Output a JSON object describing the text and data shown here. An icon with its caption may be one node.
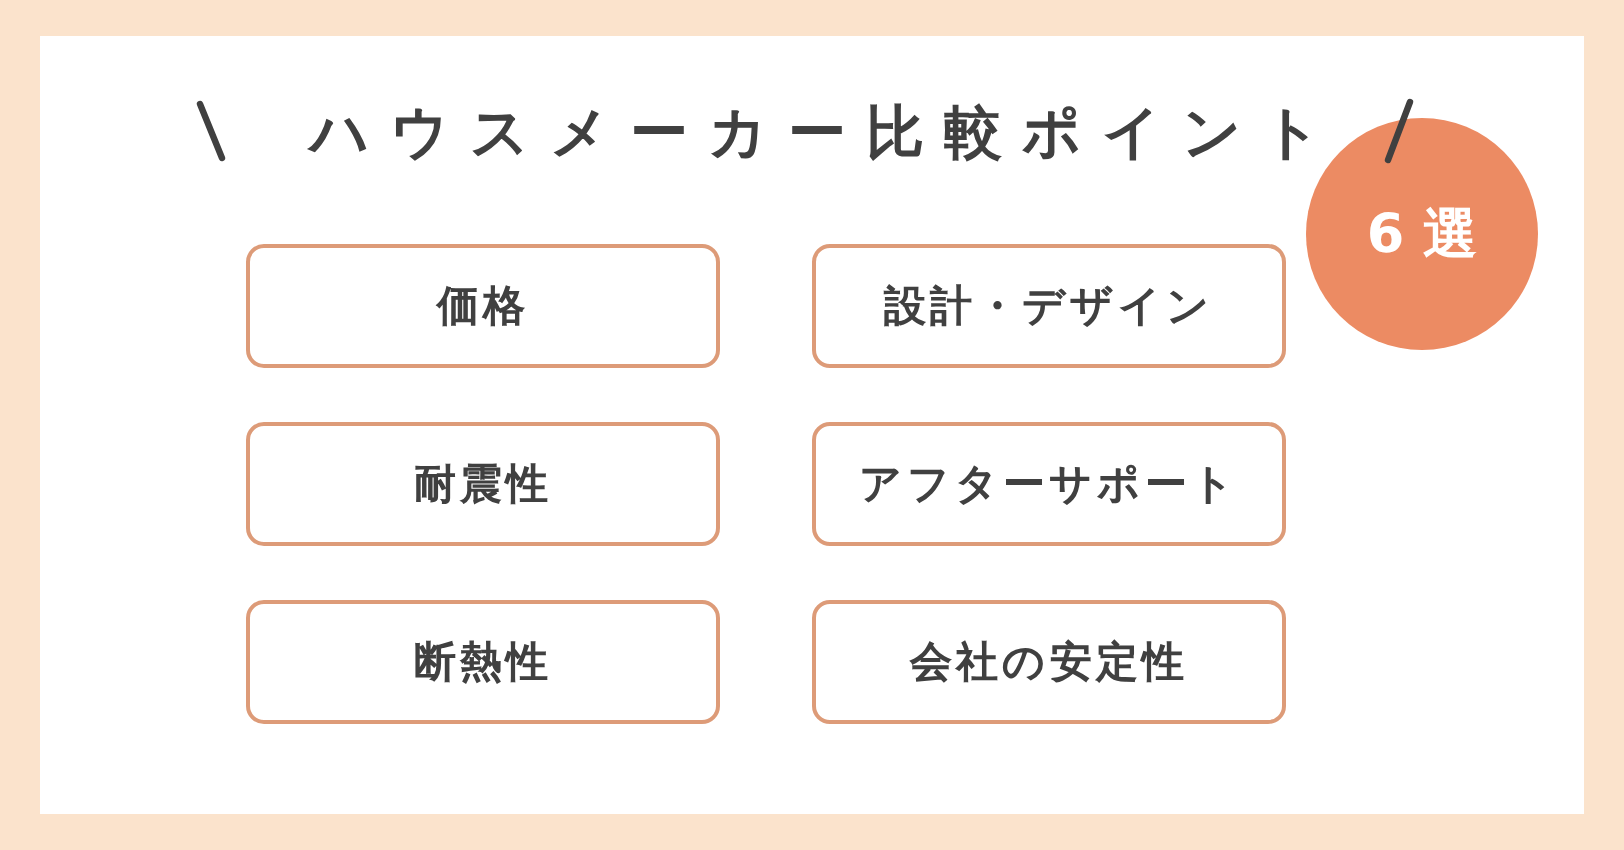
{
  "diagram": {
    "title": "ハウスメーカー比較ポイント",
    "nodes": [
      {
        "text": [
          "6 選"
        ]
      },
      {
        "text": [
          "価格"
        ]
      },
      {
        "text": [
          "設計・デザイン"
        ]
      },
      {
        "text": [
          "耐震性"
        ]
      },
      {
        "text": [
          "アフターサポート"
        ]
      },
      {
        "text": [
          "断熱性"
        ]
      },
      {
        "text": [
          "会社の安定性"
        ]
      }
    ]
  }
}
